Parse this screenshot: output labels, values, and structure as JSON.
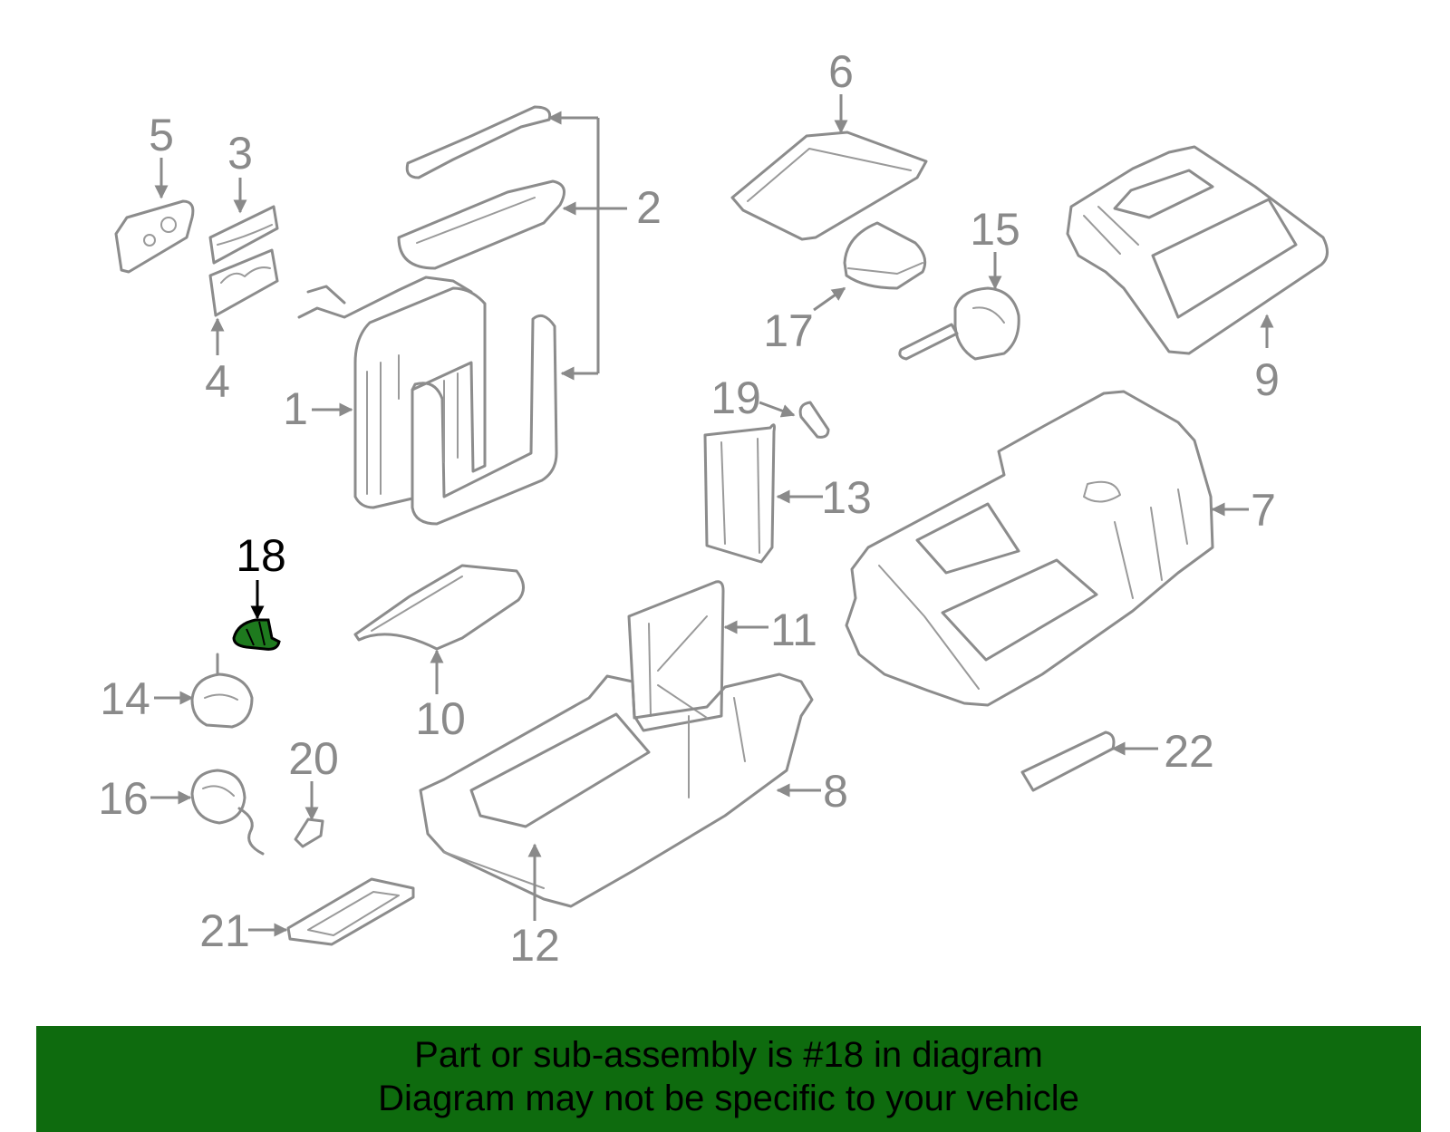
{
  "diagram": {
    "highlight_color": "#1e7a1e",
    "line_color": "#8c8c8c",
    "highlighted_callout": "18",
    "callouts": {
      "c1": "1",
      "c2": "2",
      "c3": "3",
      "c4": "4",
      "c5": "5",
      "c6": "6",
      "c7": "7",
      "c8": "8",
      "c9": "9",
      "c10": "10",
      "c11": "11",
      "c12": "12",
      "c13": "13",
      "c14": "14",
      "c15": "15",
      "c16": "16",
      "c17": "17",
      "c18": "18",
      "c19": "19",
      "c20": "20",
      "c21": "21",
      "c22": "22"
    }
  },
  "banner": {
    "color": "#0e6b0e",
    "line1": "Part or sub-assembly is #18 in diagram",
    "line2": "Diagram may not be specific to your vehicle"
  }
}
